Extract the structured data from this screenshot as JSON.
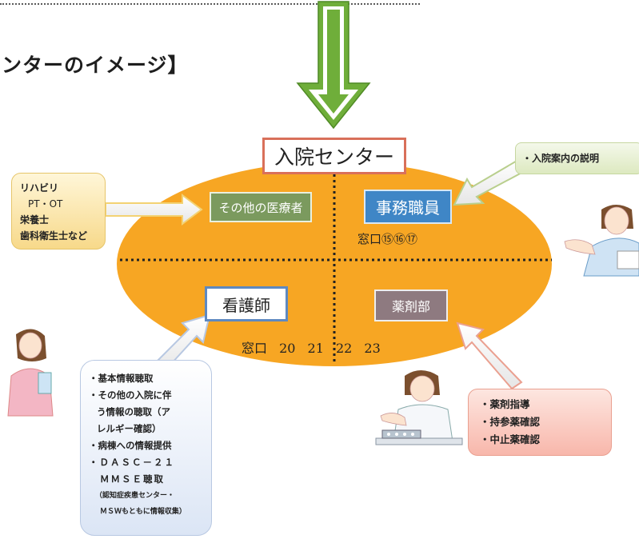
{
  "heading": "ンターのイメージ】",
  "center_title": "入院センター",
  "roles": {
    "other_staff": "その他の医療者",
    "clerk": "事務職員",
    "nurse": "看護師",
    "pharmacy": "薬剤部"
  },
  "windows": {
    "top": "窓口⑮⑯⑰",
    "bottom": "窓口 20 21 22 23"
  },
  "callouts": {
    "rehab": [
      "リハビリ",
      "PT・OT",
      "栄養士",
      "歯科衛生士など"
    ],
    "info": [
      "・入院案内の説明"
    ],
    "nurse": [
      "・基本情報聴取",
      "・その他の入院に伴",
      "う情報の聴取（ア",
      "レルギー確認）",
      "・病棟への情報提供",
      "・ＤＡＳＣ－２１",
      "ＭＭＳＥ聴取"
    ],
    "nurse_note": [
      "（認知症疾患センター・",
      "ＭＳＷもともに情報収集）"
    ],
    "pharm": [
      "・薬剤指導",
      "・持参薬確認",
      "・中止薬確認"
    ]
  },
  "colors": {
    "ellipse": "#f7a623",
    "down_arrow": "#6fae3a",
    "title_border": "#d9705a",
    "other_staff": "#7b9a5e",
    "clerk": "#3f86c6",
    "nurse_border": "#5e89c1",
    "pharmacy": "#8e7a80"
  },
  "icons": [
    "down-arrow-icon",
    "nurse-figure-icon",
    "clerk-figure-icon",
    "pharmacist-figure-icon"
  ]
}
